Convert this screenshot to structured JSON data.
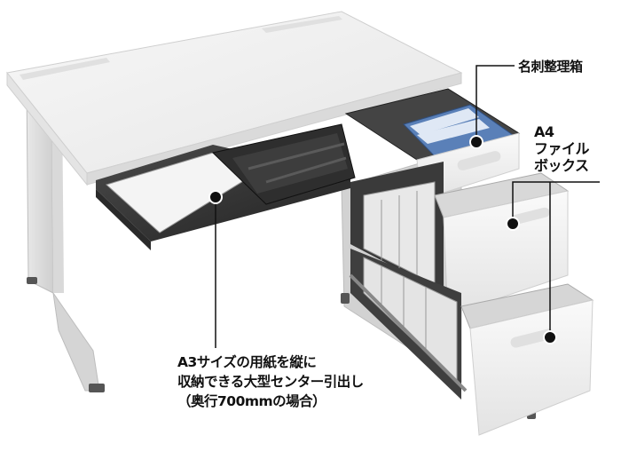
{
  "callouts": {
    "card_box": "名刺整理箱",
    "a4_box": {
      "line1": "A4",
      "line2": "ファイル",
      "line3": "ボックス"
    },
    "center_drawer": {
      "line1": "A3サイズの用紙を縦に",
      "line2": "収納できる大型センター引出し",
      "line3": "（奥行700mmの場合）"
    }
  },
  "colors": {
    "desk_white": "#f2f2f2",
    "frame_dark": "#3a3a3a",
    "accent_blue": "#5a80b8"
  }
}
